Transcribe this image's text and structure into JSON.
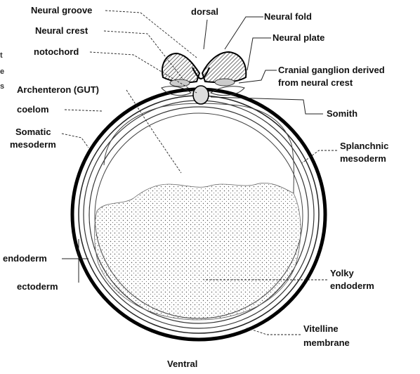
{
  "labels": {
    "neural_groove": "Neural groove",
    "dorsal": "dorsal",
    "neural_fold": "Neural fold",
    "neural_crest": "Neural crest",
    "neural_plate": "Neural plate",
    "notochord": "notochord",
    "cranial_ganglion_line1": "Cranial ganglion derived",
    "cranial_ganglion_line2": "from neural crest",
    "archenteron": "Archenteron (GUT)",
    "coelom": "coelom",
    "somith": "Somith",
    "somatic_line1": "Somatic",
    "somatic_line2": "mesoderm",
    "splanchnic_line1": "Splanchnic",
    "splanchnic_line2": "mesoderm",
    "endoderm": "endoderm",
    "ectoderm": "ectoderm",
    "yolky_line1": "Yolky",
    "yolky_line2": "endoderm",
    "vitelline_line1": "Vitelline",
    "vitelline_line2": "membrane",
    "ventral": "Ventral"
  },
  "edge_fragments": {
    "line1": "t",
    "line2": "e",
    "line3": "s"
  }
}
